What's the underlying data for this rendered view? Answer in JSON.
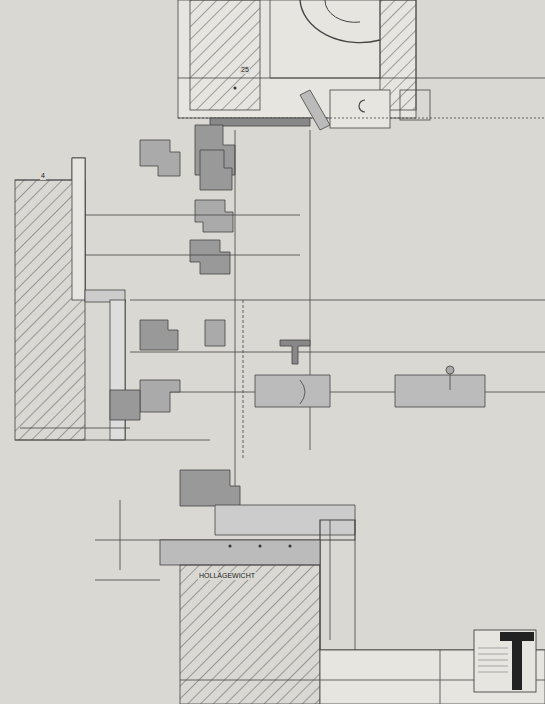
{
  "diagram": {
    "labels": [
      "25",
      "4",
      "HOLLÄGEWICHT"
    ]
  }
}
